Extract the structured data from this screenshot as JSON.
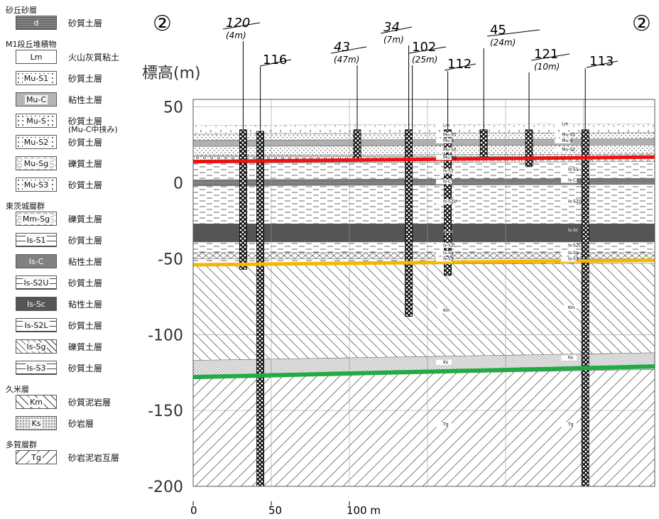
{
  "legend": {
    "groups": [
      {
        "title": "砂丘砂層",
        "items": [
          {
            "code": "d",
            "desc": "砂質土層",
            "pat": "sand"
          }
        ]
      },
      {
        "title": "M1段丘堆積物",
        "items": [
          {
            "code": "Lm",
            "desc": "火山灰質粘土",
            "pat": "ash"
          },
          {
            "code": "Mu-S1",
            "desc": "砂質土層",
            "pat": "dots"
          },
          {
            "code": "Mu-C",
            "desc": "粘性土層",
            "pat": "gray"
          },
          {
            "code": "Mu-S",
            "desc": "砂質土層",
            "desc2": "(Mu-C中挟み)",
            "pat": "dots"
          },
          {
            "code": "Mu-S2",
            "desc": "砂質土層",
            "pat": "dots"
          },
          {
            "code": "Mu-Sg",
            "desc": "礫質土層",
            "pat": "gravel"
          },
          {
            "code": "Mu-S3",
            "desc": "砂質土層",
            "pat": "dots"
          }
        ]
      },
      {
        "title": "東茨城層群",
        "items": [
          {
            "code": "Mm-Sg",
            "desc": "礫質土層",
            "pat": "gravel"
          },
          {
            "code": "Is-S1",
            "desc": "砂質土層",
            "pat": "dashes"
          },
          {
            "code": "Is-C",
            "desc": "粘性土層",
            "pat": "darkgray"
          },
          {
            "code": "Is-S2U",
            "desc": "砂質土層",
            "pat": "dashes"
          },
          {
            "code": "Is-Sc",
            "desc": "粘性土層",
            "pat": "verydark"
          },
          {
            "code": "Is-S2L",
            "desc": "砂質土層",
            "pat": "dashes"
          },
          {
            "code": "Is-Sg",
            "desc": "礫質土層",
            "pat": "cross"
          },
          {
            "code": "Is-S3",
            "desc": "砂質土層",
            "pat": "dashes"
          }
        ]
      },
      {
        "title": "久米層",
        "items": [
          {
            "code": "Km",
            "desc": "砂質泥岩層",
            "pat": "hatch"
          },
          {
            "code": "Ks",
            "desc": "砂岩層",
            "pat": "stipple"
          }
        ]
      },
      {
        "title": "多賀層群",
        "items": [
          {
            "code": "Tg",
            "desc": "砂岩泥岩互層",
            "pat": "hatch2"
          }
        ]
      }
    ]
  },
  "section": {
    "marker": "②",
    "elevation_label": "標高(m)",
    "y_ticks": [
      "50",
      "0",
      "-50",
      "-100",
      "-150",
      "-200"
    ],
    "x_ticks": [
      "0",
      "50",
      "100 m"
    ],
    "layer_labels": {
      "lm": "Lm",
      "mus1": "Mu-S1",
      "muc": "Mu-C",
      "mus": "Mu-S",
      "mus2": "Mu-S2",
      "musg": "Mu-Sg",
      "iss1": "Is-S1",
      "isc": "Is-C",
      "iss2u": "Is-S2U",
      "issc": "Is-Sc",
      "iss2l": "Is-S2L",
      "issg": "Is-Sg",
      "iss3": "Is-S3",
      "km": "Km",
      "ks": "Ks",
      "tg": "Tg"
    },
    "boreholes": [
      {
        "id": "120",
        "dist": "(4m)",
        "italic": true
      },
      {
        "id": "116",
        "dist": "",
        "italic": false
      },
      {
        "id": "43",
        "dist": "(47m)",
        "italic": true
      },
      {
        "id": "34",
        "dist": "(7m)",
        "italic": true
      },
      {
        "id": "102",
        "dist": "(25m)",
        "italic": false
      },
      {
        "id": "112",
        "dist": "",
        "italic": false
      },
      {
        "id": "45",
        "dist": "(24m)",
        "italic": false
      },
      {
        "id": "121",
        "dist": "(10m)",
        "italic": false
      },
      {
        "id": "113",
        "dist": "",
        "italic": false
      }
    ],
    "boundary_colors": {
      "red": "#ee1111",
      "orange": "#f5b800",
      "green": "#22aa44"
    }
  }
}
